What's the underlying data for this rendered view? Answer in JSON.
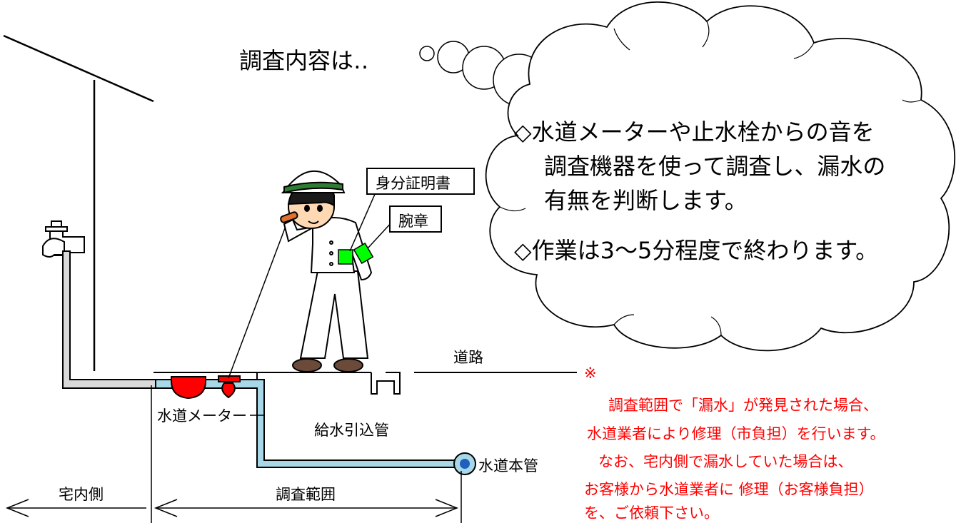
{
  "thought_title": "調査内容は‥",
  "bubble": {
    "line1": "◇水道メーターや止水栓からの音を",
    "line2": "調査機器を使って調査し、漏水の",
    "line3": "有無を判断します。",
    "line4": "◇作業は3〜5分程度で終わります。"
  },
  "labels": {
    "id_card": "身分証明書",
    "armband": "腕章",
    "road": "道路",
    "water_meter": "水道メーター",
    "service_pipe": "給水引込管",
    "water_main": "水道本管",
    "indoor_side": "宅内側",
    "survey_range": "調査範囲"
  },
  "note": {
    "mark": "※",
    "line1": "調査範囲で「漏水」が発見された場合、",
    "line2": "水道業者により修理（市負担）を行います。",
    "line3": "なお、宅内側で漏水していた場合は、",
    "line4": "お客様から水道業者に 修理（お客様負担）",
    "line5": "を、ご依頼下さい。"
  },
  "colors": {
    "pipe_fill": "#a8d8e8",
    "house_pipe": "#d9d9d9",
    "meter_red": "#ff0000",
    "badge_green": "#00ff00",
    "main_blue": "#1f5fbf",
    "note_red": "#ff0000",
    "skin": "#ffd9b3"
  }
}
